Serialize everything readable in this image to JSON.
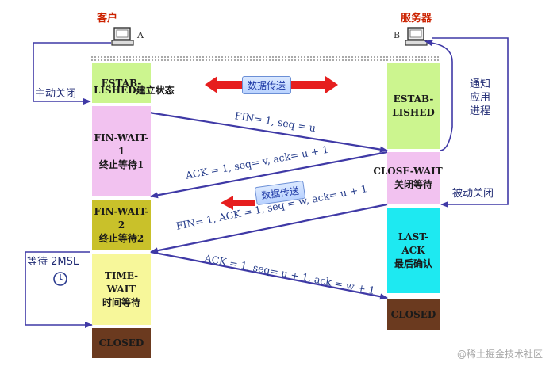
{
  "endpoints": {
    "client_label": "客户",
    "client_letter": "A",
    "server_label": "服务器",
    "server_letter": "B"
  },
  "client_states": {
    "established": [
      "ESTAB-",
      "LISHED建立状态"
    ],
    "fin_wait_1": [
      "FIN-WAIT-1",
      "终止等待1"
    ],
    "fin_wait_2": [
      "FIN-WAIT-2",
      "终止等待2"
    ],
    "time_wait": [
      "TIME-WAIT",
      "时间等待"
    ],
    "closed": "CLOSED"
  },
  "server_states": {
    "established": [
      "ESTAB-",
      "LISHED"
    ],
    "close_wait": [
      "CLOSE-WAIT",
      "关闭等待"
    ],
    "last_ack": [
      "LAST-ACK",
      "最后确认"
    ],
    "closed": "CLOSED"
  },
  "messages": {
    "fin1": "FIN= 1, seq = u",
    "ack1": "ACK = 1, seq= v, ack= u + 1",
    "fin2": "FIN= 1, ACK = 1, seq = w, ack= u + 1",
    "ack2": "ACK = 1, seq= u + 1, ack = w + 1"
  },
  "badges": {
    "data_transfer_1": "数据传送",
    "data_transfer_2": "数据传送"
  },
  "side_notes": {
    "active_close": "主动关闭",
    "notify_app": [
      "通知",
      "应用",
      "进程"
    ],
    "passive_close": "被动关闭",
    "wait_2msl": "等待 2MSL"
  },
  "watermark": "@稀土掘金技术社区",
  "colors": {
    "established": "#ccf58f",
    "fin_wait_1": "#f2c2f0",
    "fin_wait_2": "#c9c12a",
    "time_wait": "#f7f79a",
    "closed": "#6b3a1f",
    "close_wait": "#f2c2f0",
    "last_ack": "#1ee9f1",
    "arrow": "#3f39a6",
    "red_arrow": "#e61e1e"
  }
}
